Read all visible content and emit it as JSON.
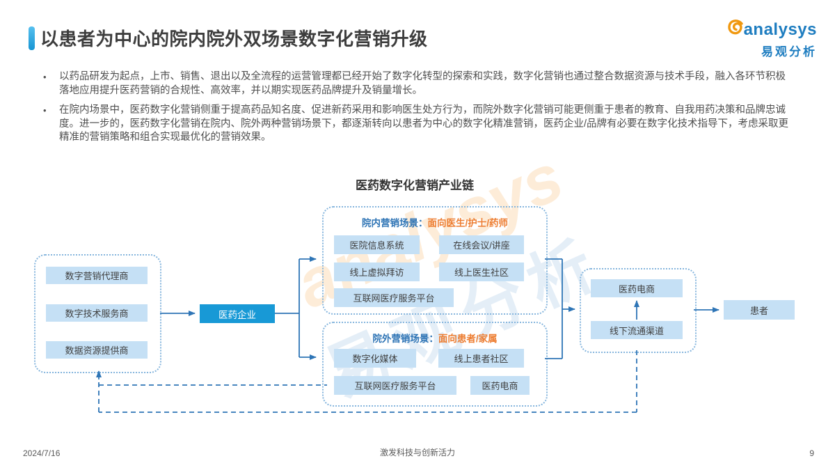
{
  "colors": {
    "accent_bar": "#2ba7e0",
    "box_fill": "#c5e0f5",
    "company_fill": "#1899d6",
    "connector_blue": "#2e75b6",
    "scene_title_blue": "#2e74b5",
    "scene_audience_orange": "#ed7d31",
    "logo_blue": "#1e7dc0",
    "logo_orange": "#f0980f"
  },
  "header": {
    "title": "以患者为中心的院内院外双场景数字化营销升级"
  },
  "logo": {
    "brand": "analysys",
    "brand_cn": "易观分析"
  },
  "bullets": [
    "以药品研发为起点，上市、销售、退出以及全流程的运营管理都已经开始了数字化转型的探索和实践，数字化营销也通过整合数据资源与技术手段，融入各环节积极落地应用提升医药营销的合规性、高效率，并以期实现医药品牌提升及销量增长。",
    "在院内场景中，医药数字化营销侧重于提高药品知名度、促进新药采用和影响医生处方行为，而院外数字化营销可能更侧重于患者的教育、自我用药决策和品牌忠诚度。进一步的，医药数字化营销在院内、院外两种营销场景下，都逐渐转向以患者为中心的数字化精准营销，医药企业/品牌有必要在数字化技术指导下，考虑采取更精准的营销策略和组合实现最优化的营销效果。"
  ],
  "diagram": {
    "title": "医药数字化营销产业链",
    "suppliers": [
      "数字营销代理商",
      "数字技术服务商",
      "数据资源提供商"
    ],
    "company": "医药企业",
    "in_hospital": {
      "label": "院内营销场景：",
      "audience": "面向医生/护士/药师",
      "items": [
        "医院信息系统",
        "在线会议/讲座",
        "线上虚拟拜访",
        "线上医生社区",
        "互联网医疗服务平台"
      ]
    },
    "out_hospital": {
      "label": "院外营销场景：",
      "audience": "面向患者/家属",
      "items": [
        "数字化媒体",
        "线上患者社区",
        "互联网医疗服务平台",
        "医药电商"
      ]
    },
    "distribution": [
      "医药电商",
      "线下流通渠道"
    ],
    "patient": "患者",
    "watermark": {
      "en": "analysys",
      "cn": "易观分析"
    }
  },
  "footer": {
    "date": "2024/7/16",
    "slogan": "激发科技与创新活力",
    "page_number": "9"
  }
}
